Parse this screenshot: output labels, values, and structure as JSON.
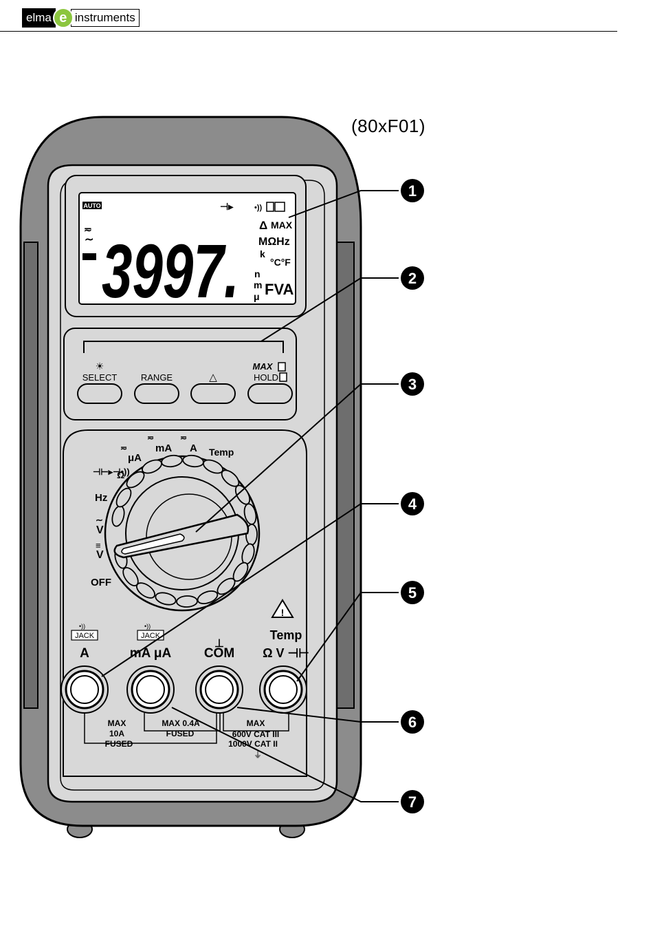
{
  "header": {
    "brand_left": "elma",
    "brand_mark": "e",
    "brand_right": "instruments"
  },
  "figure_id": "(80xF01)",
  "display": {
    "reading": "3997.",
    "auto": "AUTO",
    "max": "MAX",
    "delta": "Δ",
    "units_row1": "MΩHz",
    "units_k": "k",
    "units_temp": "°C°F",
    "units_n": "n",
    "units_m": "m",
    "units_mu": "μ",
    "units_fva": "FVA",
    "minus": "-"
  },
  "buttons": [
    {
      "label": "SELECT",
      "top_symbol": "☀"
    },
    {
      "label": "RANGE",
      "top_symbol": ""
    },
    {
      "label": "△",
      "top_symbol": ""
    },
    {
      "label": "HOLD",
      "top_symbol": "MAX"
    }
  ],
  "dial": {
    "positions": [
      "OFF",
      "V",
      "V",
      "Hz",
      "Ω",
      "μA",
      "mA",
      "A",
      "Temp"
    ]
  },
  "terminals": [
    {
      "jack": "JACK",
      "label": "A"
    },
    {
      "jack": "JACK",
      "label": "mA μA"
    },
    {
      "jack": "",
      "label": "COM"
    },
    {
      "jack": "Temp",
      "label": "Ω V ⊣⊢"
    }
  ],
  "ratings": {
    "a_line1": "MAX",
    "a_line2": "10A",
    "a_line3": "FUSED",
    "ma_line1": "MAX 0.4A",
    "ma_line2": "FUSED",
    "v_line1": "MAX",
    "v_line2": "600V  CAT III",
    "v_line3": "1000V CAT II"
  },
  "callouts": [
    "1",
    "2",
    "3",
    "4",
    "5",
    "6",
    "7"
  ],
  "colors": {
    "holster": "#8c8c8c",
    "holster_dark": "#6e6e6e",
    "body": "#d8d8d8",
    "logo_green": "#8cc63f"
  }
}
